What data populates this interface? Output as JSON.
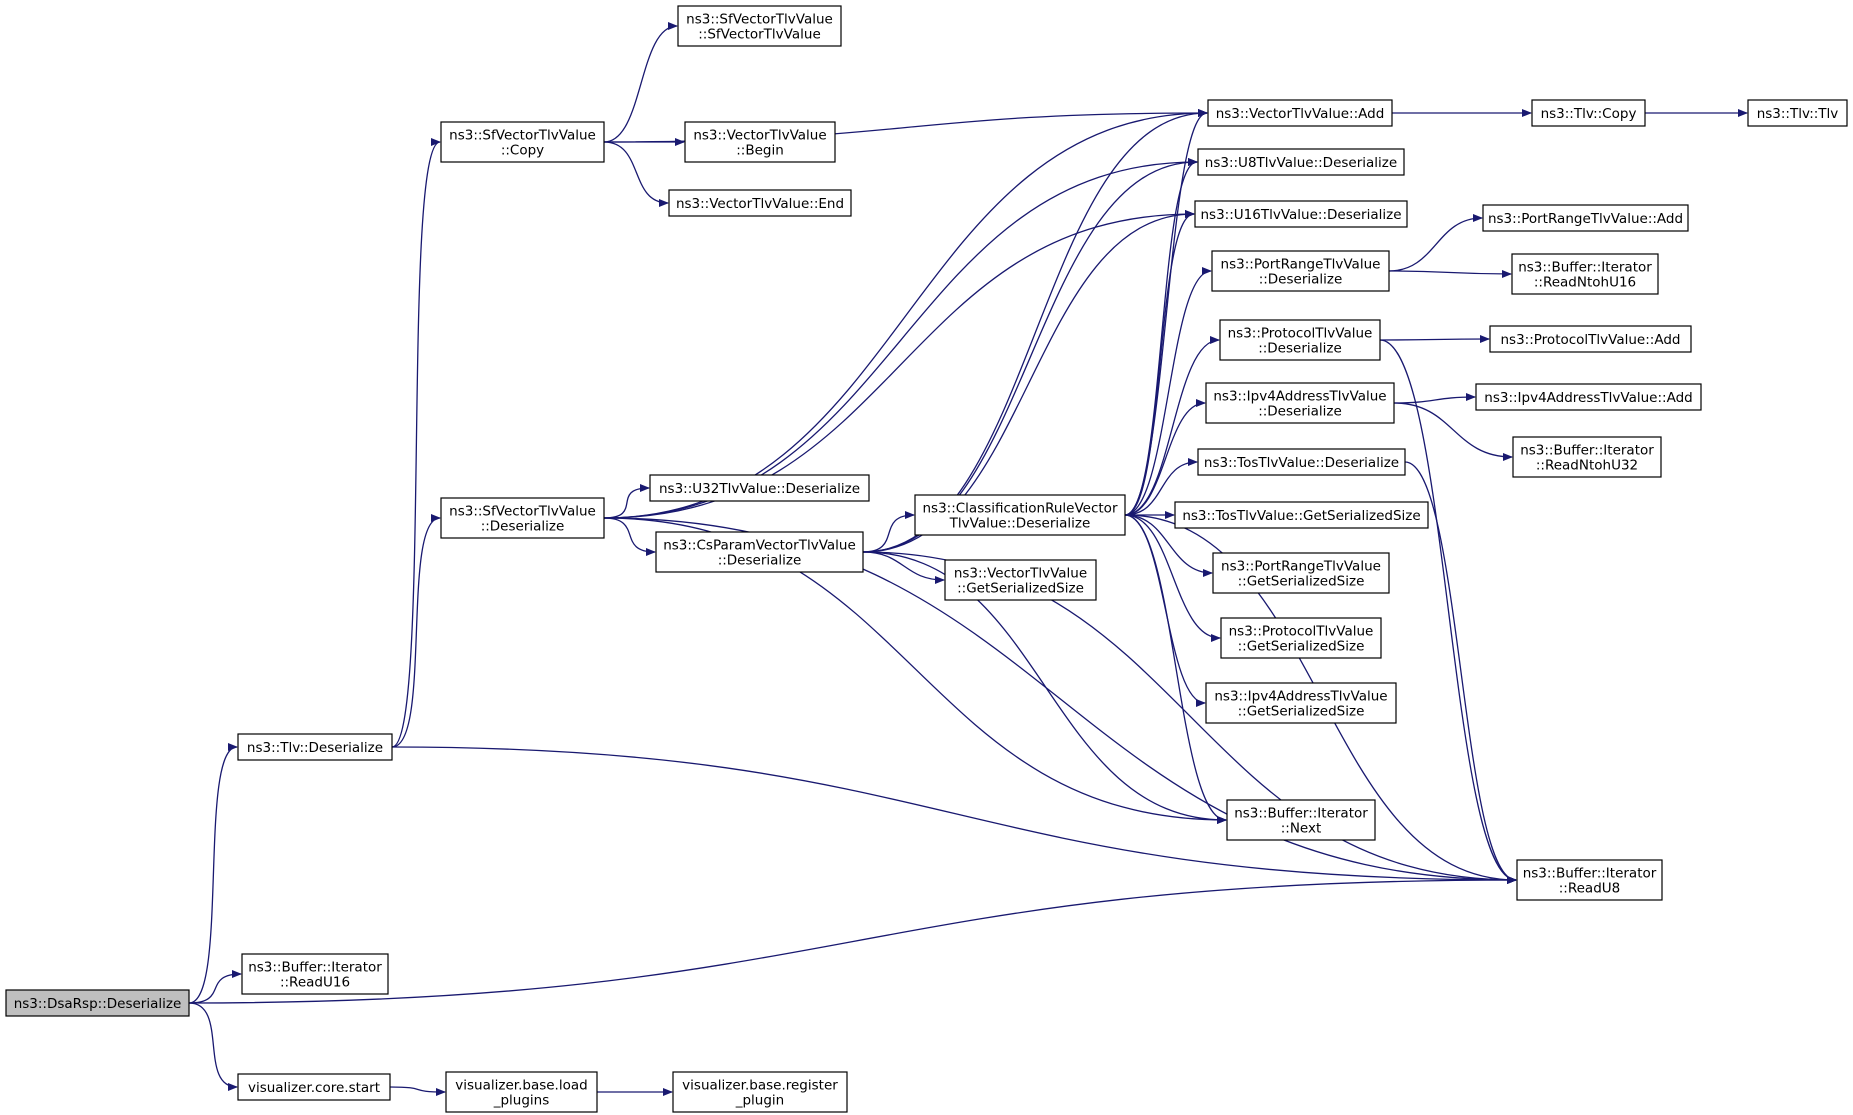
{
  "colors": {
    "edge": "#191970",
    "node_border": "#000000",
    "root_fill": "#bfbfbf",
    "node_fill": "#ffffff"
  },
  "nodes": [
    {
      "id": "dsarsp",
      "lines": [
        "ns3::DsaRsp::Deserialize"
      ],
      "root": true
    },
    {
      "id": "tlvdes",
      "lines": [
        "ns3::Tlv::Deserialize"
      ]
    },
    {
      "id": "readu16",
      "lines": [
        "ns3::Buffer::Iterator",
        "::ReadU16"
      ]
    },
    {
      "id": "vizstart",
      "lines": [
        "visualizer.core.start"
      ]
    },
    {
      "id": "sfcopy",
      "lines": [
        "ns3::SfVectorTlvValue",
        "::Copy"
      ]
    },
    {
      "id": "sfdes",
      "lines": [
        "ns3::SfVectorTlvValue",
        "::Deserialize"
      ]
    },
    {
      "id": "loadplug",
      "lines": [
        "visualizer.base.load",
        "_plugins"
      ]
    },
    {
      "id": "regplug",
      "lines": [
        "visualizer.base.register",
        "_plugin"
      ]
    },
    {
      "id": "sfctor",
      "lines": [
        "ns3::SfVectorTlvValue",
        "::SfVectorTlvValue"
      ]
    },
    {
      "id": "vbegin",
      "lines": [
        "ns3::VectorTlvValue",
        "::Begin"
      ]
    },
    {
      "id": "vend",
      "lines": [
        "ns3::VectorTlvValue::End"
      ]
    },
    {
      "id": "u32des",
      "lines": [
        "ns3::U32TlvValue::Deserialize"
      ]
    },
    {
      "id": "csdes",
      "lines": [
        "ns3::CsParamVectorTlvValue",
        "::Deserialize"
      ]
    },
    {
      "id": "vadd",
      "lines": [
        "ns3::VectorTlvValue::Add"
      ]
    },
    {
      "id": "tlvcopy",
      "lines": [
        "ns3::Tlv::Copy"
      ]
    },
    {
      "id": "tlvtlv",
      "lines": [
        "ns3::Tlv::Tlv"
      ]
    },
    {
      "id": "crdes",
      "lines": [
        "ns3::ClassificationRuleVector",
        "TlvValue::Deserialize"
      ]
    },
    {
      "id": "vgss",
      "lines": [
        "ns3::VectorTlvValue",
        "::GetSerializedSize"
      ]
    },
    {
      "id": "u8des",
      "lines": [
        "ns3::U8TlvValue::Deserialize"
      ]
    },
    {
      "id": "u16des",
      "lines": [
        "ns3::U16TlvValue::Deserialize"
      ]
    },
    {
      "id": "prdes",
      "lines": [
        "ns3::PortRangeTlvValue",
        "::Deserialize"
      ]
    },
    {
      "id": "protodes",
      "lines": [
        "ns3::ProtocolTlvValue",
        "::Deserialize"
      ]
    },
    {
      "id": "ipv4des",
      "lines": [
        "ns3::Ipv4AddressTlvValue",
        "::Deserialize"
      ]
    },
    {
      "id": "tosdes",
      "lines": [
        "ns3::TosTlvValue::Deserialize"
      ]
    },
    {
      "id": "tosgss",
      "lines": [
        "ns3::TosTlvValue::GetSerializedSize"
      ]
    },
    {
      "id": "prgss",
      "lines": [
        "ns3::PortRangeTlvValue",
        "::GetSerializedSize"
      ]
    },
    {
      "id": "protogss",
      "lines": [
        "ns3::ProtocolTlvValue",
        "::GetSerializedSize"
      ]
    },
    {
      "id": "ipv4gss",
      "lines": [
        "ns3::Ipv4AddressTlvValue",
        "::GetSerializedSize"
      ]
    },
    {
      "id": "next",
      "lines": [
        "ns3::Buffer::Iterator",
        "::Next"
      ]
    },
    {
      "id": "readu8",
      "lines": [
        "ns3::Buffer::Iterator",
        "::ReadU8"
      ]
    },
    {
      "id": "pradd",
      "lines": [
        "ns3::PortRangeTlvValue::Add"
      ]
    },
    {
      "id": "ntohu16",
      "lines": [
        "ns3::Buffer::Iterator",
        "::ReadNtohU16"
      ]
    },
    {
      "id": "protoadd",
      "lines": [
        "ns3::ProtocolTlvValue::Add"
      ]
    },
    {
      "id": "ipv4add",
      "lines": [
        "ns3::Ipv4AddressTlvValue::Add"
      ]
    },
    {
      "id": "ntohu32",
      "lines": [
        "ns3::Buffer::Iterator",
        "::ReadNtohU32"
      ]
    }
  ],
  "edges": [
    [
      "dsarsp",
      "tlvdes"
    ],
    [
      "dsarsp",
      "readu16"
    ],
    [
      "dsarsp",
      "vizstart"
    ],
    [
      "dsarsp",
      "readu8"
    ],
    [
      "tlvdes",
      "sfcopy"
    ],
    [
      "tlvdes",
      "sfdes"
    ],
    [
      "tlvdes",
      "readu8"
    ],
    [
      "vizstart",
      "loadplug"
    ],
    [
      "loadplug",
      "regplug"
    ],
    [
      "sfcopy",
      "sfctor"
    ],
    [
      "sfcopy",
      "vadd"
    ],
    [
      "sfcopy",
      "vbegin"
    ],
    [
      "sfcopy",
      "vend"
    ],
    [
      "sfdes",
      "vadd"
    ],
    [
      "sfdes",
      "u8des"
    ],
    [
      "sfdes",
      "u16des"
    ],
    [
      "sfdes",
      "u32des"
    ],
    [
      "sfdes",
      "csdes"
    ],
    [
      "sfdes",
      "next"
    ],
    [
      "sfdes",
      "readu8"
    ],
    [
      "csdes",
      "vadd"
    ],
    [
      "csdes",
      "u8des"
    ],
    [
      "csdes",
      "u16des"
    ],
    [
      "csdes",
      "crdes"
    ],
    [
      "csdes",
      "vgss"
    ],
    [
      "csdes",
      "next"
    ],
    [
      "csdes",
      "readu8"
    ],
    [
      "vadd",
      "tlvcopy"
    ],
    [
      "tlvcopy",
      "tlvtlv"
    ],
    [
      "crdes",
      "vadd"
    ],
    [
      "crdes",
      "u8des"
    ],
    [
      "crdes",
      "u16des"
    ],
    [
      "crdes",
      "prdes"
    ],
    [
      "crdes",
      "protodes"
    ],
    [
      "crdes",
      "ipv4des"
    ],
    [
      "crdes",
      "tosdes"
    ],
    [
      "crdes",
      "tosgss"
    ],
    [
      "crdes",
      "prgss"
    ],
    [
      "crdes",
      "protogss"
    ],
    [
      "crdes",
      "ipv4gss"
    ],
    [
      "crdes",
      "next"
    ],
    [
      "crdes",
      "readu8"
    ],
    [
      "prdes",
      "pradd"
    ],
    [
      "prdes",
      "ntohu16"
    ],
    [
      "protodes",
      "protoadd"
    ],
    [
      "protodes",
      "readu8"
    ],
    [
      "ipv4des",
      "ipv4add"
    ],
    [
      "ipv4des",
      "ntohu32"
    ],
    [
      "tosdes",
      "readu8"
    ]
  ]
}
